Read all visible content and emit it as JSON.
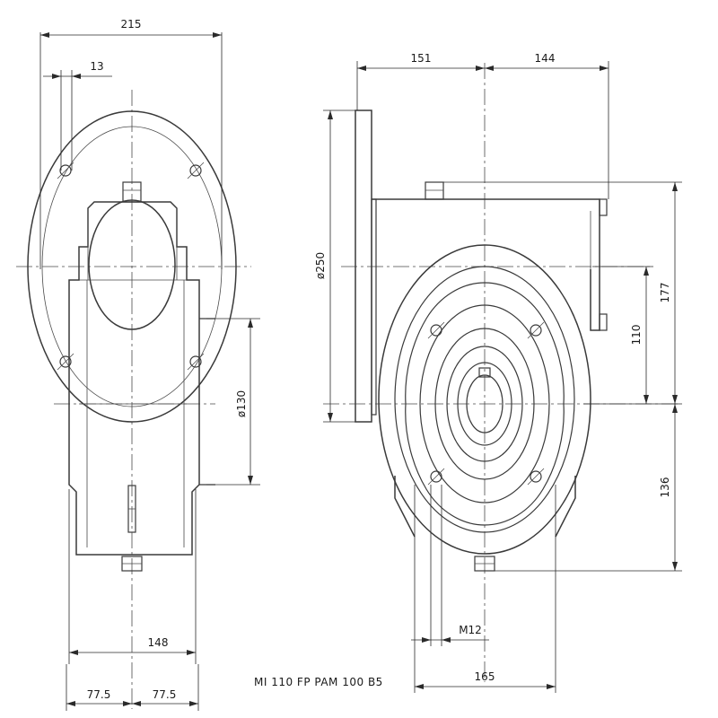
{
  "caption": "MI 110 FP PAM 100 B5",
  "left_view": {
    "dimensions": {
      "overall_width": "215",
      "hole_offset": "13",
      "flange_diameter": "ø130",
      "body_width": "148",
      "half_width_left": "77.5",
      "half_width_right": "77.5"
    }
  },
  "right_view": {
    "dimensions": {
      "left_length": "151",
      "right_length": "144",
      "flange_diameter": "ø250",
      "center_height": "110",
      "top_height": "177",
      "bottom_height": "136",
      "thread": "M12",
      "bolt_spacing": "165"
    }
  }
}
